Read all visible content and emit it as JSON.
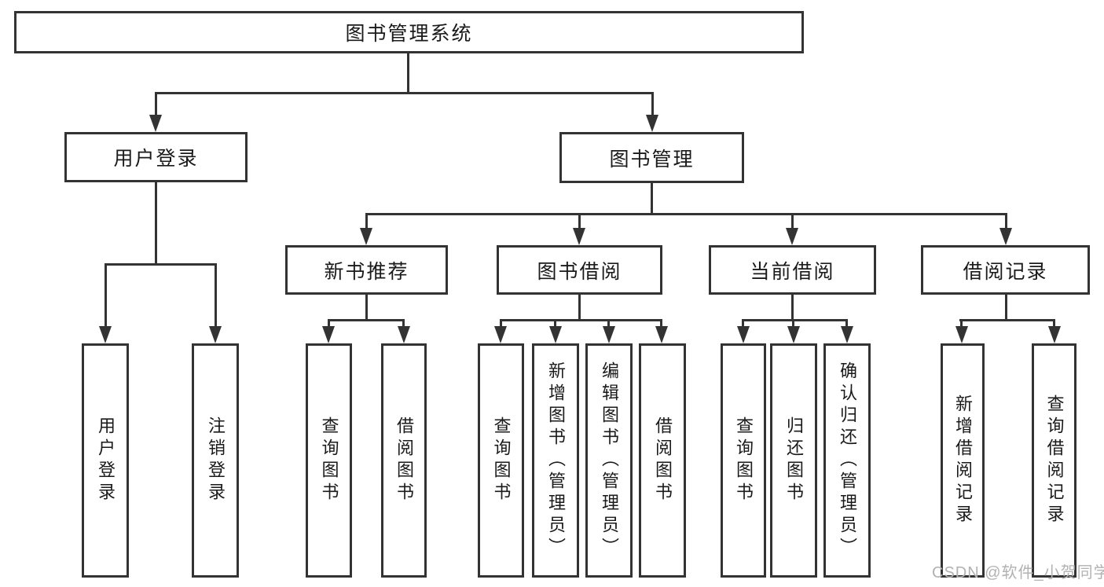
{
  "diagram": {
    "root": {
      "label": "图书管理系统"
    },
    "level2": [
      {
        "id": "user-login",
        "label": "用户登录"
      },
      {
        "id": "book-management",
        "label": "图书管理"
      }
    ],
    "level3": [
      {
        "id": "new-book-recommend",
        "label": "新书推荐"
      },
      {
        "id": "book-borrow",
        "label": "图书借阅"
      },
      {
        "id": "current-borrow",
        "label": "当前借阅"
      },
      {
        "id": "borrow-records",
        "label": "借阅记录"
      }
    ],
    "leaves": {
      "user_login": [
        "用户登录",
        "注销登录"
      ],
      "new_book_recommend": [
        "查询图书",
        "借阅图书"
      ],
      "book_borrow": [
        "查询图书",
        "新增图书（管理员）",
        "编辑图书（管理员）",
        "借阅图书"
      ],
      "current_borrow": [
        "查询图书",
        "归还图书",
        "确认归还（管理员）"
      ],
      "borrow_records": [
        "新增借阅记录",
        "查询借阅记录"
      ]
    }
  },
  "watermark": {
    "text": "CSDN @软件_小贺同学"
  },
  "colors": {
    "line": "#333333",
    "text": "#1a1a1a",
    "background": "#ffffff",
    "watermark": "#b2b2b2"
  }
}
